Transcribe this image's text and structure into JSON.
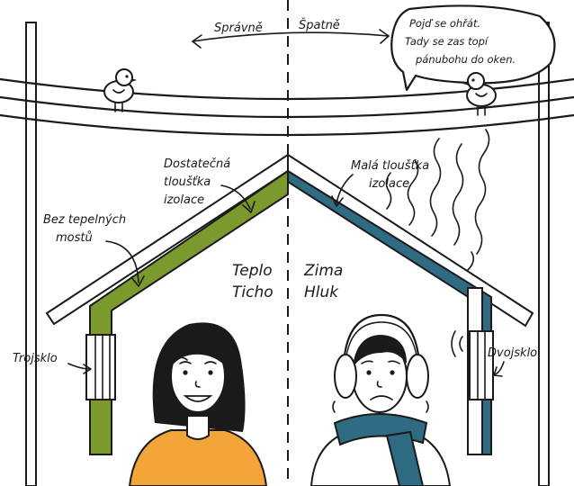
{
  "header": {
    "left_label": "Správně",
    "right_label": "Špatně"
  },
  "speech_bubble": {
    "line1": "Pojď se ohřát.",
    "line2": "Tady se zas topí",
    "line3": "pánubohu do oken."
  },
  "left_house": {
    "insulation_label_line1": "Dostatečná",
    "insulation_label_line2": "tloušťka",
    "insulation_label_line3": "izolace",
    "bridges_label_line1": "Bez tepelných",
    "bridges_label_line2": "mostů",
    "window_label": "Trojsklo",
    "state_line1": "Teplo",
    "state_line2": "Ticho"
  },
  "right_house": {
    "insulation_label_line1": "Malá tloušťka",
    "insulation_label_line2": "izolace",
    "window_label": "Dvojsklo",
    "state_line1": "Zima",
    "state_line2": "Hluk"
  },
  "colors": {
    "good_insulation": "#7a9a2e",
    "bad_insulation": "#2f6b82",
    "sweater": "#f4a53a",
    "scarf": "#2f6b82",
    "ink": "#1a1a1a"
  }
}
